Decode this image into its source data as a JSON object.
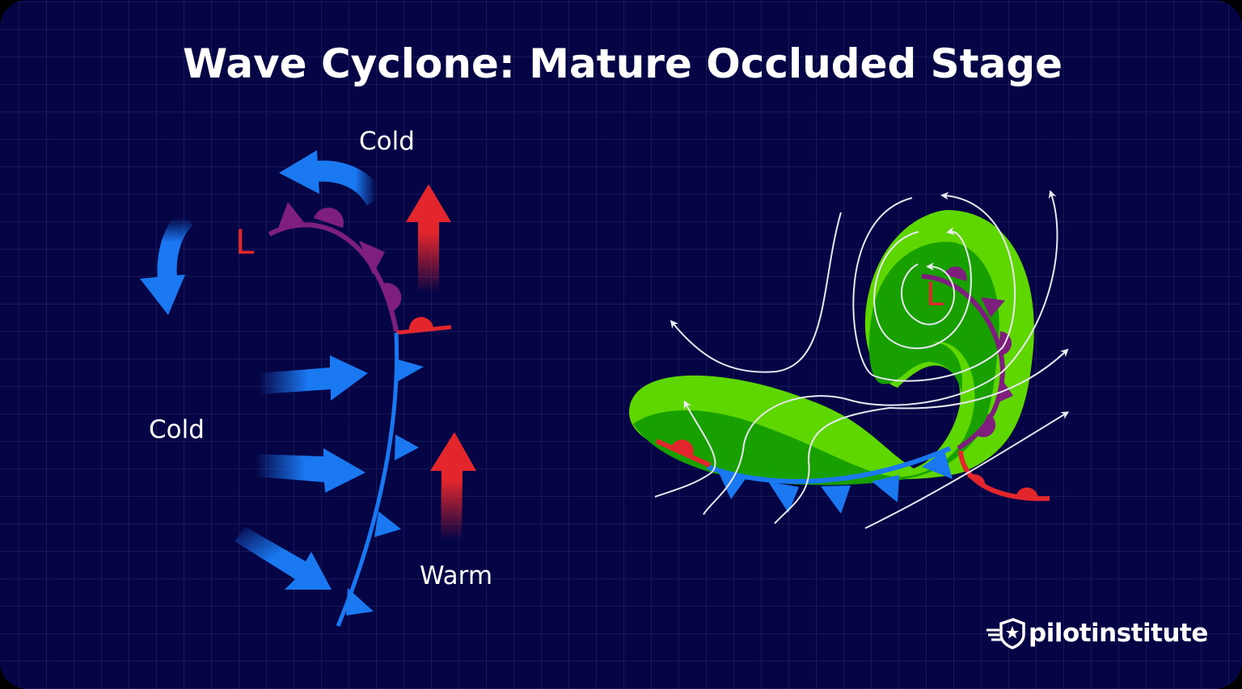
{
  "title": "Wave Cyclone: Mature Occluded Stage",
  "left_panel": {
    "labels": {
      "cold_top": "Cold",
      "cold_left": "Cold",
      "warm": "Warm",
      "low": "L"
    }
  },
  "right_panel": {
    "labels": {
      "low": "L"
    }
  },
  "legend_colors": {
    "background": "#050545",
    "cold_front": "#1a78f0",
    "warm_front": "#e2262c",
    "occluded_front": "#7e1f7e",
    "precip_light": "#5ed600",
    "precip_dark": "#18a000",
    "streamlines": "#e8e8f0"
  },
  "branding": {
    "logo_text": "pilotinstitute",
    "logo_icon": "shield-star-wings-icon"
  }
}
